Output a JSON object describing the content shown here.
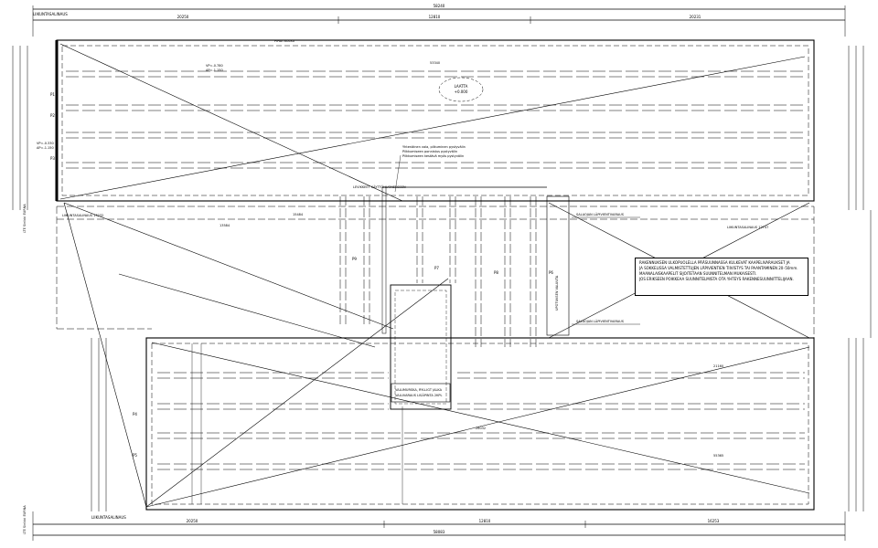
{
  "dimensions": {
    "top_total": "58240",
    "top_segments": [
      "20250",
      "12810",
      "20231"
    ],
    "bottom_total": "58083",
    "bottom_segments": [
      "20250",
      "12810",
      "16253"
    ],
    "inner_top": "53340",
    "inner_bottom": "55365",
    "mid_left": "15484",
    "mid_right": "21160",
    "lower_mid": "26032",
    "strip_left": "13584"
  },
  "labels": {
    "corner_tl": "LIIKUNTASALINAUS",
    "corner_bl": "LIIKUNTASALINAUS",
    "mid_left_band": "LIIKUNTASALINAUS 15232",
    "mid_right_band": "LIIKUNTASALINAUS 12747",
    "laatta": "LAATTA",
    "laatta_level": "+0.000",
    "kuivatus_1": "SALAOJAN LÄPIVIENTIVARAUS",
    "kuivatus_2": "SALAOJAN LÄPIVIENTIVARAUS",
    "shaft_label": "UPOTUKSEN VALUUTA",
    "pit_note_1": "VALUMURSKA, RYLLIGT JALKA",
    "pit_note_2": "VALUVARAUS LISÄPINTA 2KPL",
    "annot_1": "Yhtenäinen vala, pilkuminen pystyvälin",
    "annot_2": "Pilkkumiseen ponnistus pystyvälin",
    "annot_3": "Pilkkumiseen kestävä myös pystyvälin",
    "opening": "LEVIKKEET KÄYTTÖHUONEESEEN",
    "annot_top": "PIHAT.SULKU",
    "level_a": "VP=-0.780",
    "level_b": "AP=-1.150",
    "level_c": "VP=-0.330",
    "level_d": "AP=-1.150",
    "wall_side_1": "LTE Sinikki EURNA",
    "wall_side_2": "LTE Sinikki EURNA"
  },
  "notes": [
    "RAKENNUKSEN ULKOPUOLELLA PÄÄSUUNNASSA KULKEVAT KAAPELIVARAUKSET JA",
    "JA SOKKELISSA VALMISTETTUJEN LÄPIVIENTIEN TIIVISTYS TAI PAANTAMINEN 20–50mm.",
    "MAANALAISKAAPELIT SIJOITETAAN SUUNNITELMAN MUKAISESTI.",
    "JOS ERIKSEEN POIKKEAA SUUNNITELMISTA OTA YHTEYS RAKENNESUUNNITTELIJAAN."
  ],
  "markers": [
    "P1",
    "P2",
    "P3",
    "P4",
    "P5",
    "P6",
    "P7",
    "P8",
    "P9"
  ]
}
